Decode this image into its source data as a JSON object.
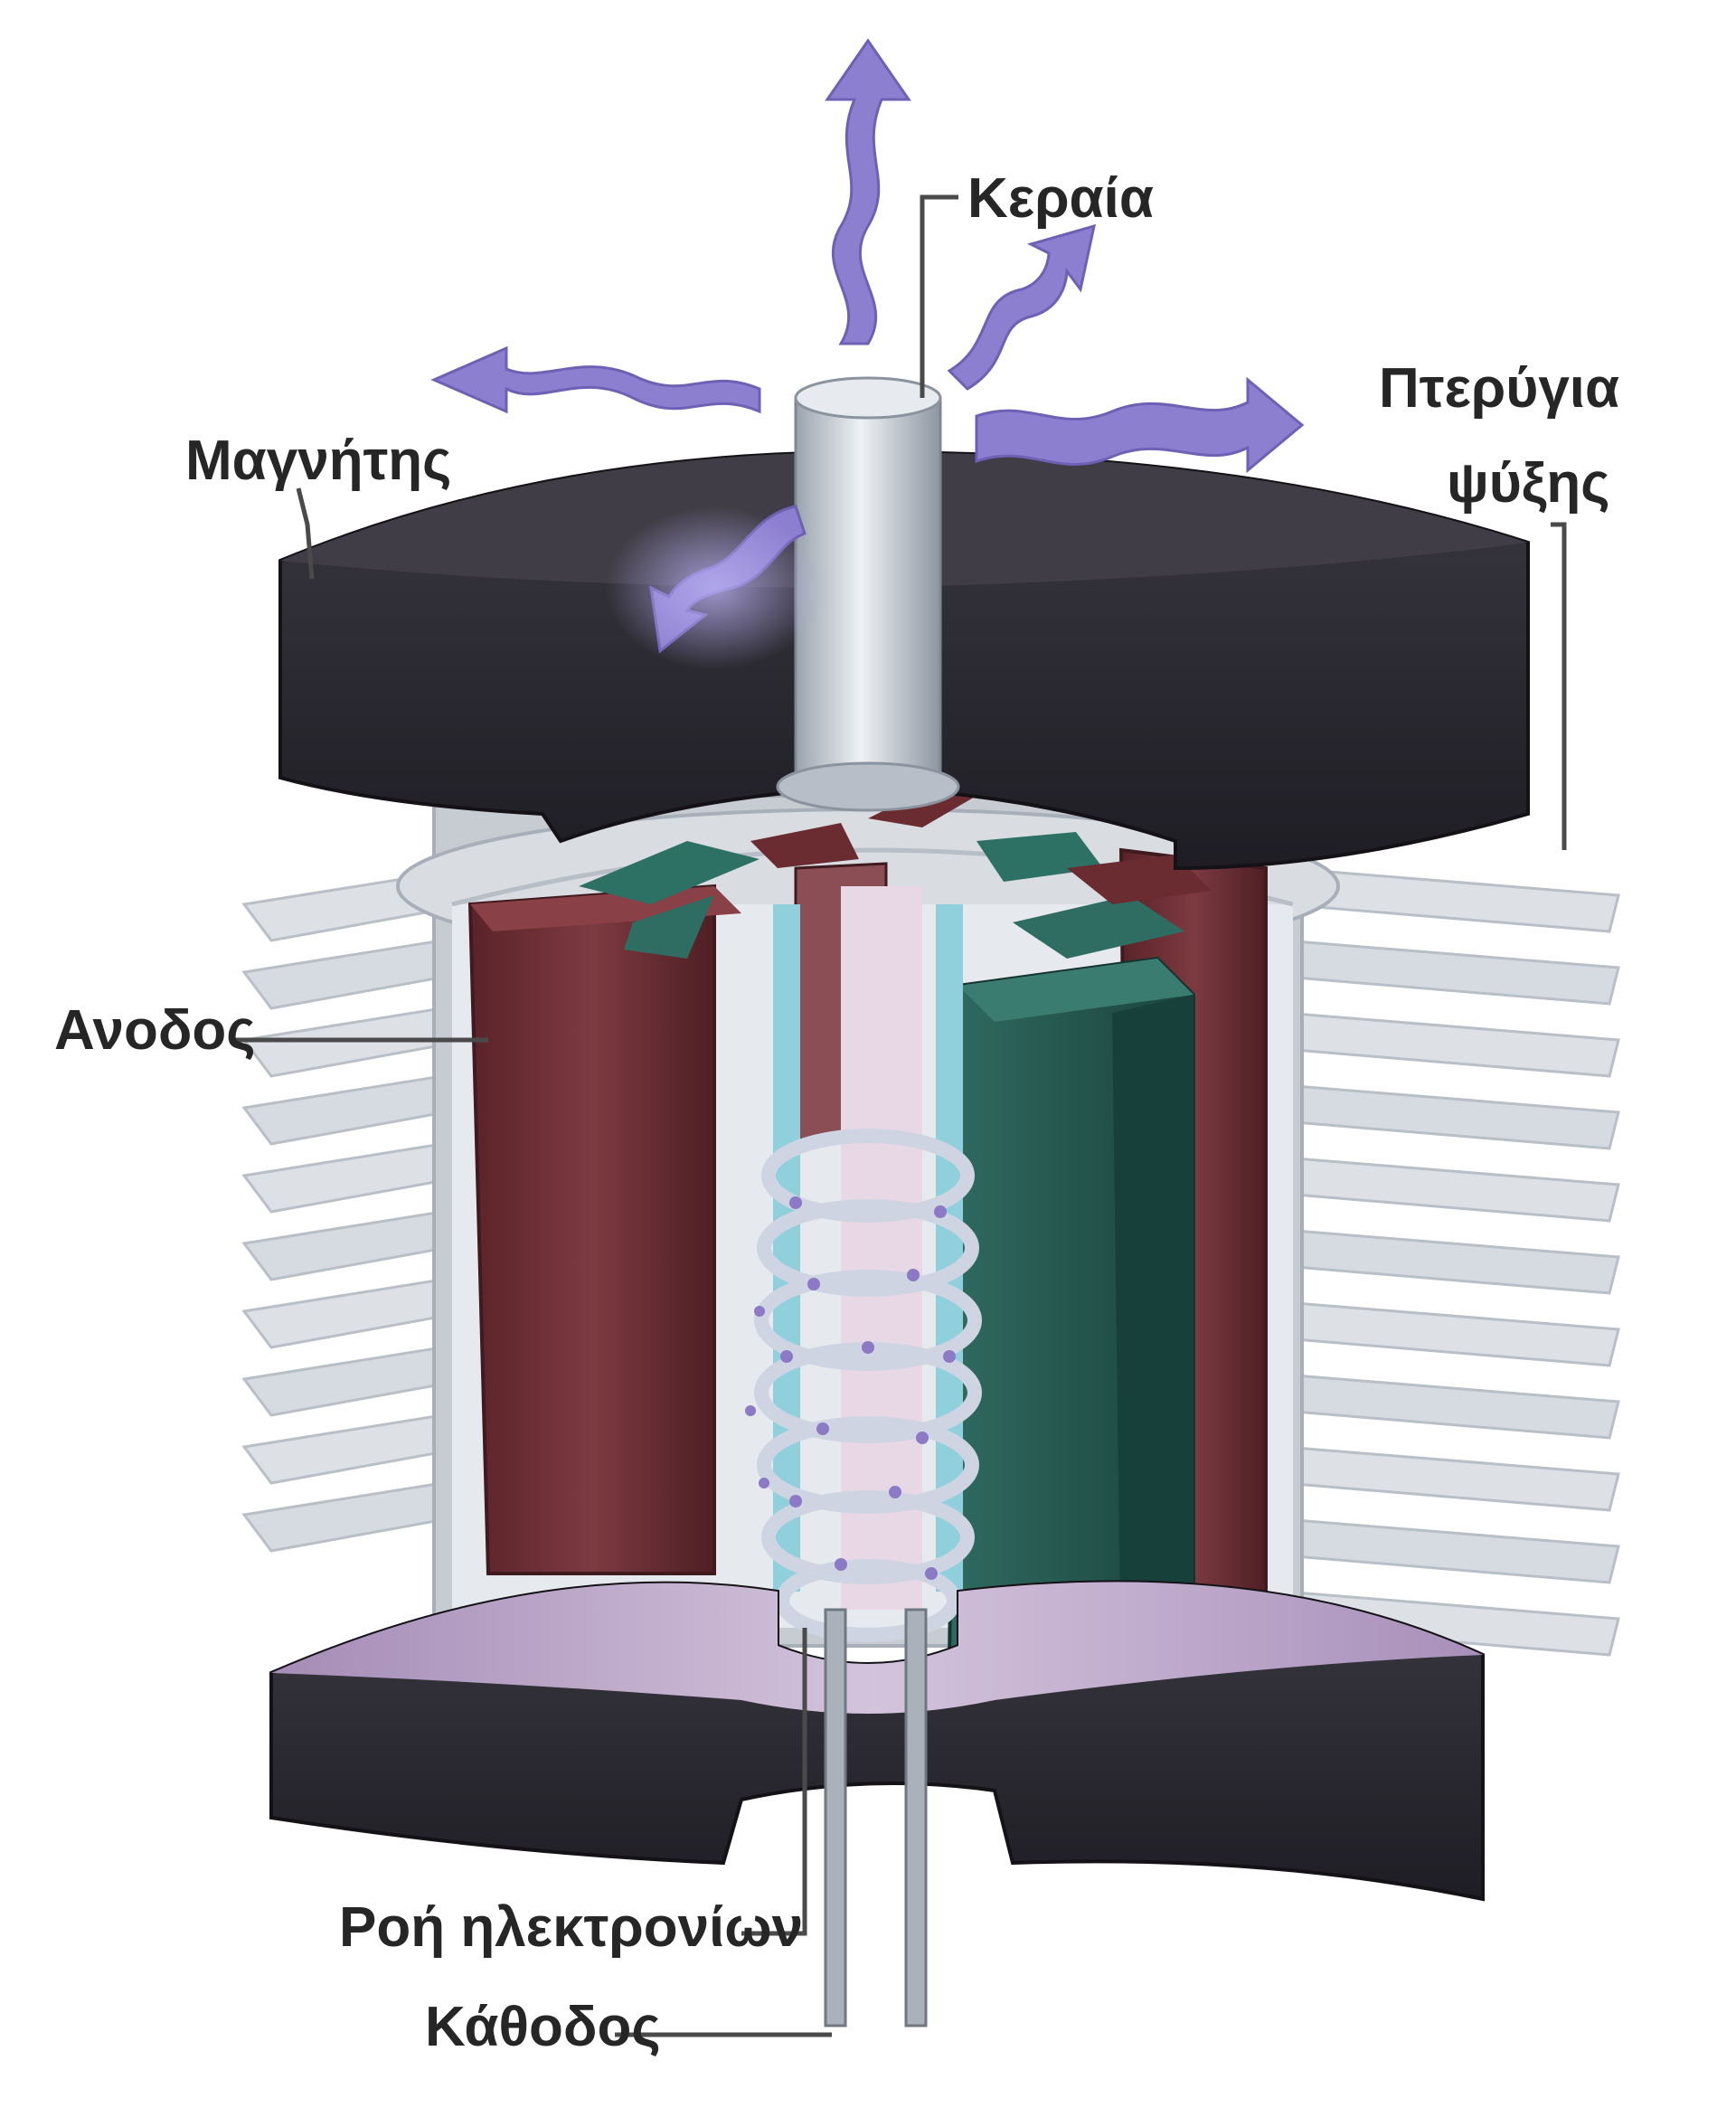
{
  "labels": {
    "antenna": "Κεραία",
    "magnet": "Μαγνήτης",
    "fins_line1": "Πτερύγια",
    "fins_line2": "ψύξης",
    "anode": "Ανοδος",
    "electron_flow": "Ροή ηλεκτρονίων",
    "cathode": "Κάθοδος"
  },
  "colors": {
    "magnet": "#2b2930",
    "antenna": "#c9d0d8",
    "anode": "#6e2f35",
    "cavity_green": "#24564f",
    "fins": "#dde1e6",
    "base_lilac": "#b89cc4",
    "wave_arrows": "#8d7fcf",
    "coil": "#cfd4e2"
  }
}
